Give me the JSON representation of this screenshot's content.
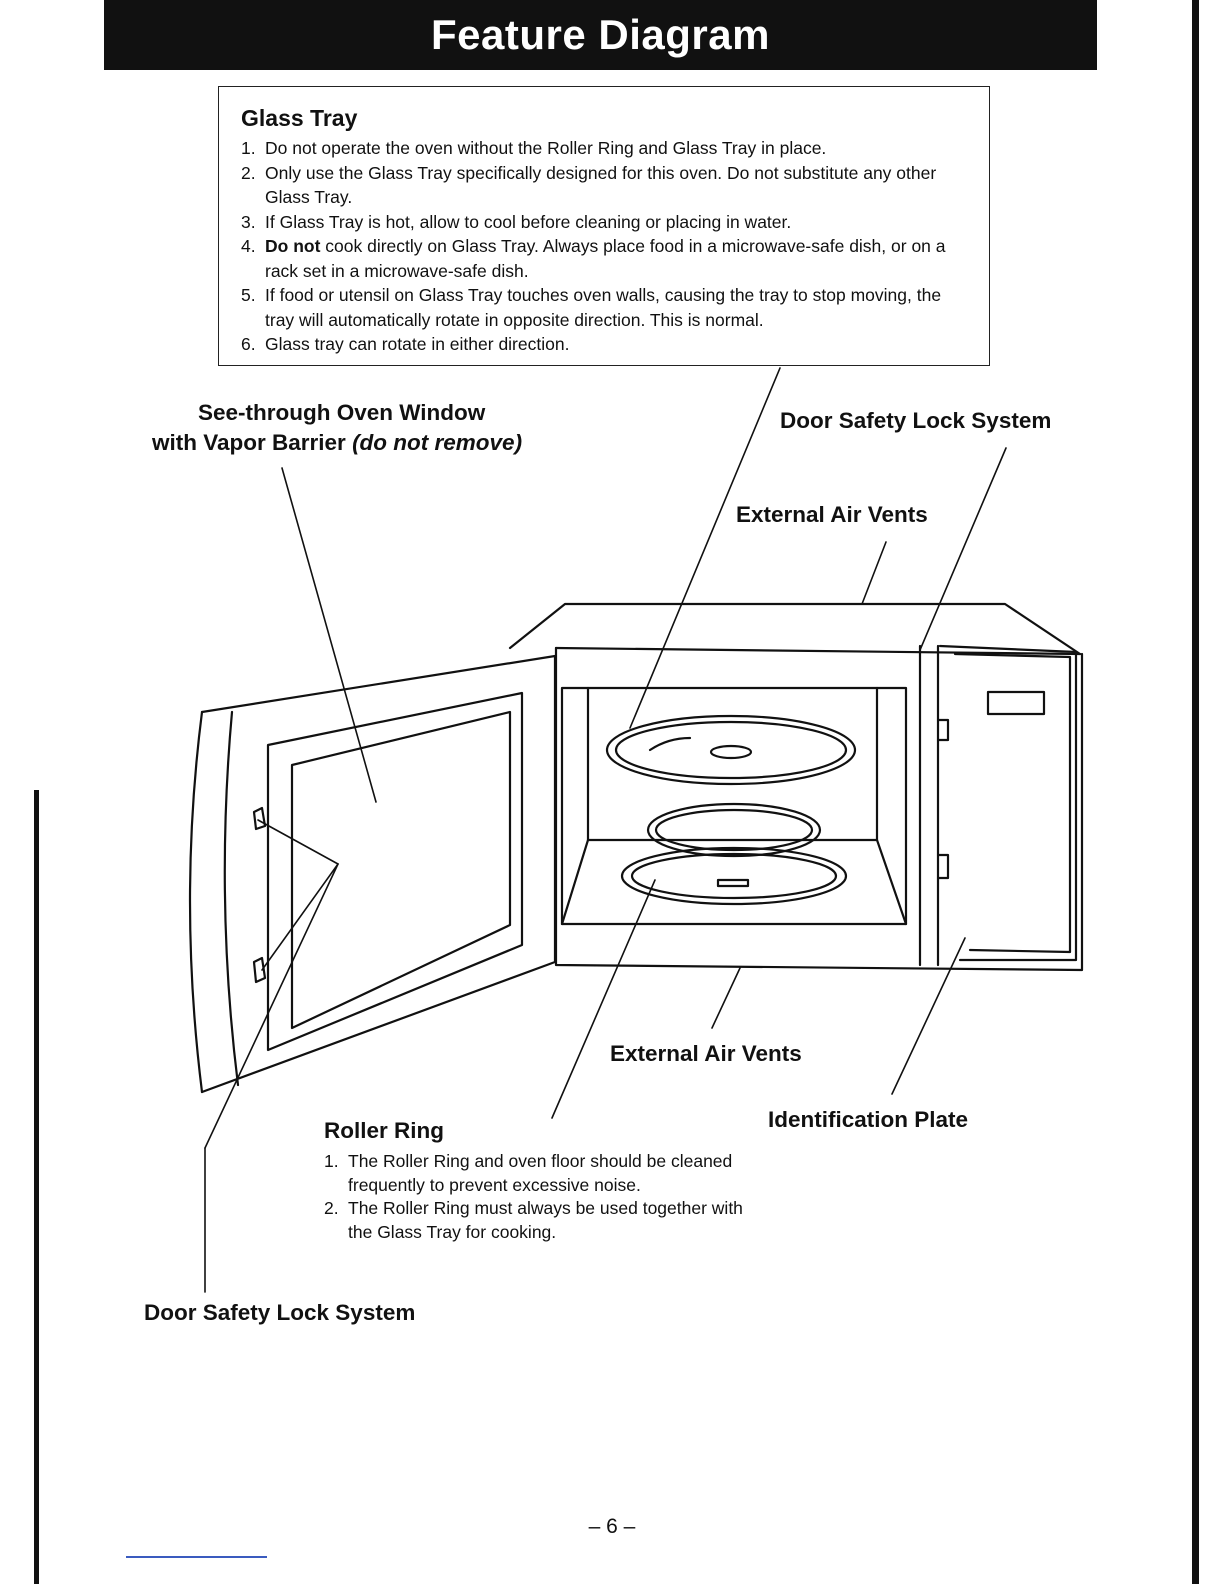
{
  "header": {
    "title": "Feature Diagram"
  },
  "glass_tray": {
    "heading": "Glass Tray",
    "items": [
      {
        "num": "1.",
        "text": "Do not operate the oven without the Roller Ring and Glass Tray in place."
      },
      {
        "num": "2.",
        "text": "Only use the Glass Tray specifically designed for this oven. Do not substitute any other Glass Tray."
      },
      {
        "num": "3.",
        "text": "If Glass Tray is hot, allow to cool before cleaning or placing in water."
      },
      {
        "num": "4.",
        "bold": "Do not",
        "text": " cook directly on Glass Tray. Always place food in a microwave-safe dish, or on a rack set in a microwave-safe dish."
      },
      {
        "num": "5.",
        "text": "If food or utensil on Glass Tray touches oven walls, causing the tray to stop moving, the tray will automatically rotate in opposite direction. This is normal."
      },
      {
        "num": "6.",
        "text": "Glass tray can rotate in either direction."
      }
    ]
  },
  "labels": {
    "window_line1": "See-through Oven Window",
    "window_line2": "with Vapor Barrier ",
    "window_note": "(do not remove)",
    "door_lock_top": "Door Safety Lock System",
    "air_vents_top": "External Air Vents",
    "air_vents_bottom": "External Air Vents",
    "identification_plate": "Identification Plate",
    "door_lock_bottom": "Door Safety Lock System"
  },
  "roller_ring": {
    "heading": "Roller Ring",
    "items": [
      {
        "num": "1.",
        "text": "The Roller Ring and oven floor should be cleaned frequently to prevent excessive noise."
      },
      {
        "num": "2.",
        "text": "The Roller Ring must always be used together with the Glass Tray for cooking."
      }
    ]
  },
  "page_number": "– 6 –"
}
